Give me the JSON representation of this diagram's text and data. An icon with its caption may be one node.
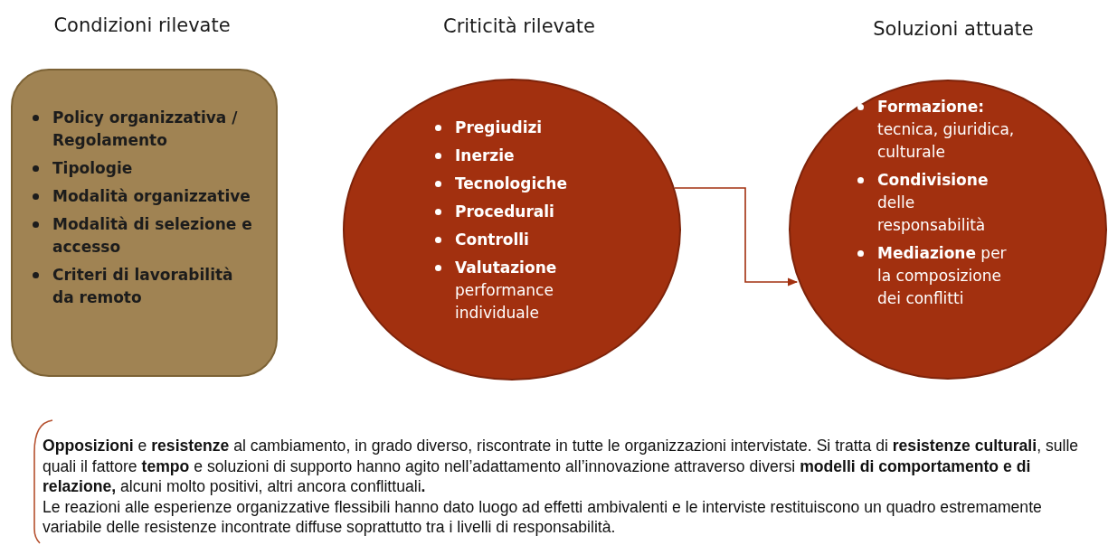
{
  "diagram": {
    "nodes": [
      {
        "text": [
          "Condizioni rilevate",
          "**Policy organizzativa / Regolamento**",
          "**Tipologie**",
          "**Modalità organizzative**",
          "**Modalità di selezione e accesso**",
          "**Criteri di lavorabilità da remoto**"
        ]
      },
      {
        "text": [
          "Criticità rilevate",
          "**Pregiudizi**",
          "**Inerzie**",
          "**Tecnologiche**",
          "**Procedurali**",
          "**Controlli**",
          "**Valutazione** performance individuale"
        ]
      },
      {
        "text": [
          "Soluzioni attuate",
          "**Formazione:** tecnica, giuridica, culturale",
          "**Condivisione** delle responsabilità",
          "**Mediazione** per la composizione dei conflitti"
        ]
      }
    ],
    "edges": [
      {
        "from": 1,
        "to": 2,
        "arrow": "to"
      }
    ],
    "labels": [
      "**Opposizioni** e **resistenze** al cambiamento, in grado diverso, riscontrate in tutte le organizzazioni intervistate. Si tratta di **resistenze culturali**, sulle quali il fattore **tempo** e soluzioni di supporto hanno agito nell’adattamento all’innovazione attraverso diversi **modelli di comportamento e di relazione,** alcuni molto positivi, altri ancora conflittuali**.**",
      "Le reazioni alle esperienze organizzative flessibili hanno dato luogo ad effetti ambivalenti e le interviste restituiscono un quadro estremamente variabile delle resistenze incontrate diffuse soprattutto tra i livelli di responsabilità."
    ]
  }
}
